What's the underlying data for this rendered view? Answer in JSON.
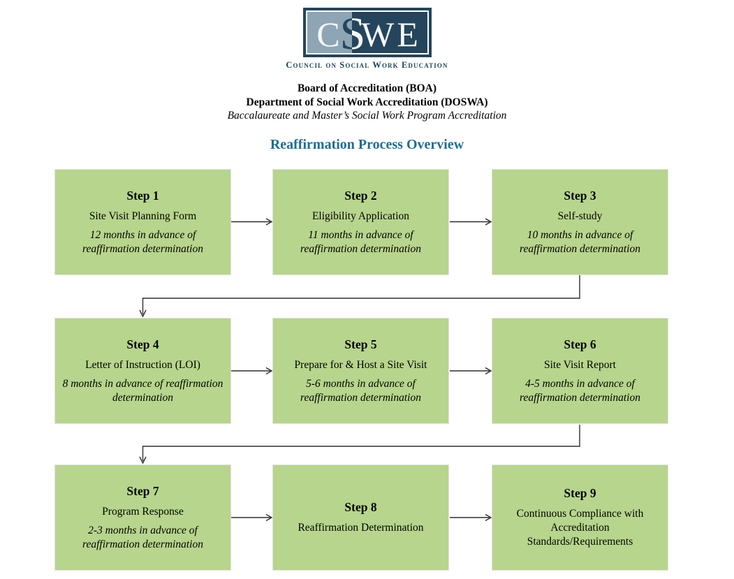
{
  "logo": {
    "letter_c": "C",
    "letter_s": "S",
    "letters_we": "WE",
    "caption": "Council on Social Work Education",
    "colors": {
      "navy": "#24455c",
      "slate": "#8ea5b5"
    }
  },
  "header": {
    "line1": "Board of Accreditation (BOA)",
    "line2": "Department of Social Work Accreditation (DOSWA)",
    "line3": "Baccalaureate and Master’s Social Work Program Accreditation"
  },
  "title": {
    "text": "Reaffirmation Process Overview",
    "color": "#1c6d96"
  },
  "flow": {
    "box_fill": "#b7d58c",
    "arrow_color": "#2e2e2e",
    "steps": [
      {
        "title": "Step 1",
        "label": "Site Visit Planning Form",
        "timing": "12 months in advance of reaffirmation determination"
      },
      {
        "title": "Step 2",
        "label": "Eligibility Application",
        "timing": "11 months in advance of reaffirmation determination"
      },
      {
        "title": "Step 3",
        "label": "Self-study",
        "timing": "10 months in advance of reaffirmation determination"
      },
      {
        "title": "Step 4",
        "label": "Letter of Instruction (LOI)",
        "timing": "8 months in advance of reaffirmation determination"
      },
      {
        "title": "Step 5",
        "label": "Prepare for & Host a Site Visit",
        "timing": "5-6 months in advance of reaffirmation determination"
      },
      {
        "title": "Step 6",
        "label": "Site Visit Report",
        "timing": "4-5 months in advance of reaffirmation determination"
      },
      {
        "title": "Step 7",
        "label": "Program Response",
        "timing": "2-3 months in advance of reaffirmation determination"
      },
      {
        "title": "Step 8",
        "label": "Reaffirmation Determination"
      },
      {
        "title": "Step 9",
        "label": "Continuous Compliance with Accreditation Standards/Requirements"
      }
    ]
  }
}
